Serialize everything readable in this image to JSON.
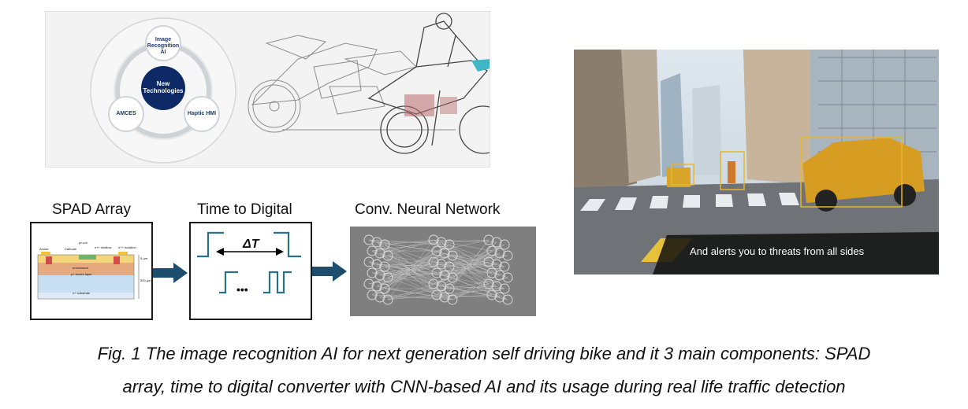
{
  "tech_diagram": {
    "top_node": "Image Recognition AI",
    "center_node": "New Technologies",
    "left_node": "AMCES",
    "right_node": "Haptic HMI"
  },
  "pipeline": {
    "spad_title": "SPAD Array",
    "tdc_title": "Time to Digital",
    "tdc_delta": "ΔT",
    "tdc_dots": "•••",
    "cnn_title": "Conv.  Neural Network",
    "spad_labels": {
      "anode": "Anode",
      "cathode": "Cathode",
      "pn": "pn p/n",
      "n_shallow": "n++ shallow",
      "n_isolation": "n++ isolation",
      "enrichment": "enrichment",
      "p_buried": "p+ buried layer",
      "n_substrate": "n+ substrate",
      "dim1": "5 µm",
      "dim2": "500 µm"
    }
  },
  "street": {
    "caption": "And alerts you to threats from all sides"
  },
  "figure_caption": {
    "line1": "Fig. 1 The image recognition AI for next generation self driving bike and it 3 main components: SPAD",
    "line2": "array, time to digital converter with CNN-based AI and its usage during real life traffic detection"
  },
  "colors": {
    "navy": "#0d2a66",
    "arrow": "#1e4e6e",
    "tdc_line": "#2a6f86",
    "cnn_bg": "#7f7f7f",
    "box_yellow": "#e8b62a"
  }
}
